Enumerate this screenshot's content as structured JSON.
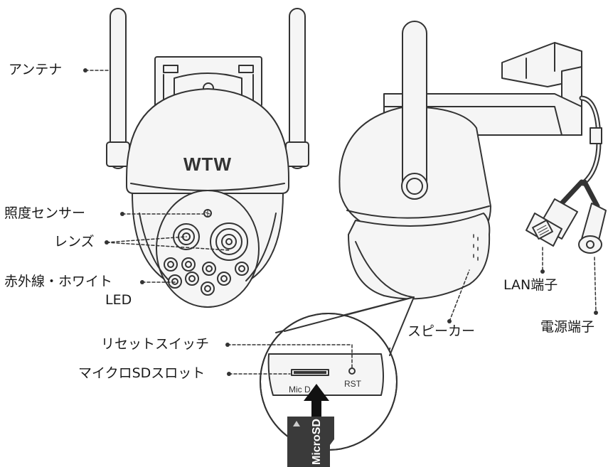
{
  "labels": {
    "antenna": "アンテナ",
    "light_sensor": "照度センサー",
    "lens": "レンズ",
    "ir_white_line1": "赤外線・ホワイト",
    "ir_white_line2": "LED",
    "reset_switch": "リセットスイッチ",
    "microsd_slot": "マイクロSDスロット",
    "speaker": "スピーカー",
    "lan_port": "LAN端子",
    "power_port": "電源端子"
  },
  "product": {
    "brand": "WTW",
    "slot_text": "Mic D",
    "rst_text": "RST",
    "card_text": "MicroSD"
  },
  "colors": {
    "line": "#333333",
    "fill": "#f5f5f5",
    "dark": "#333333",
    "card": "#3a3a3a"
  }
}
